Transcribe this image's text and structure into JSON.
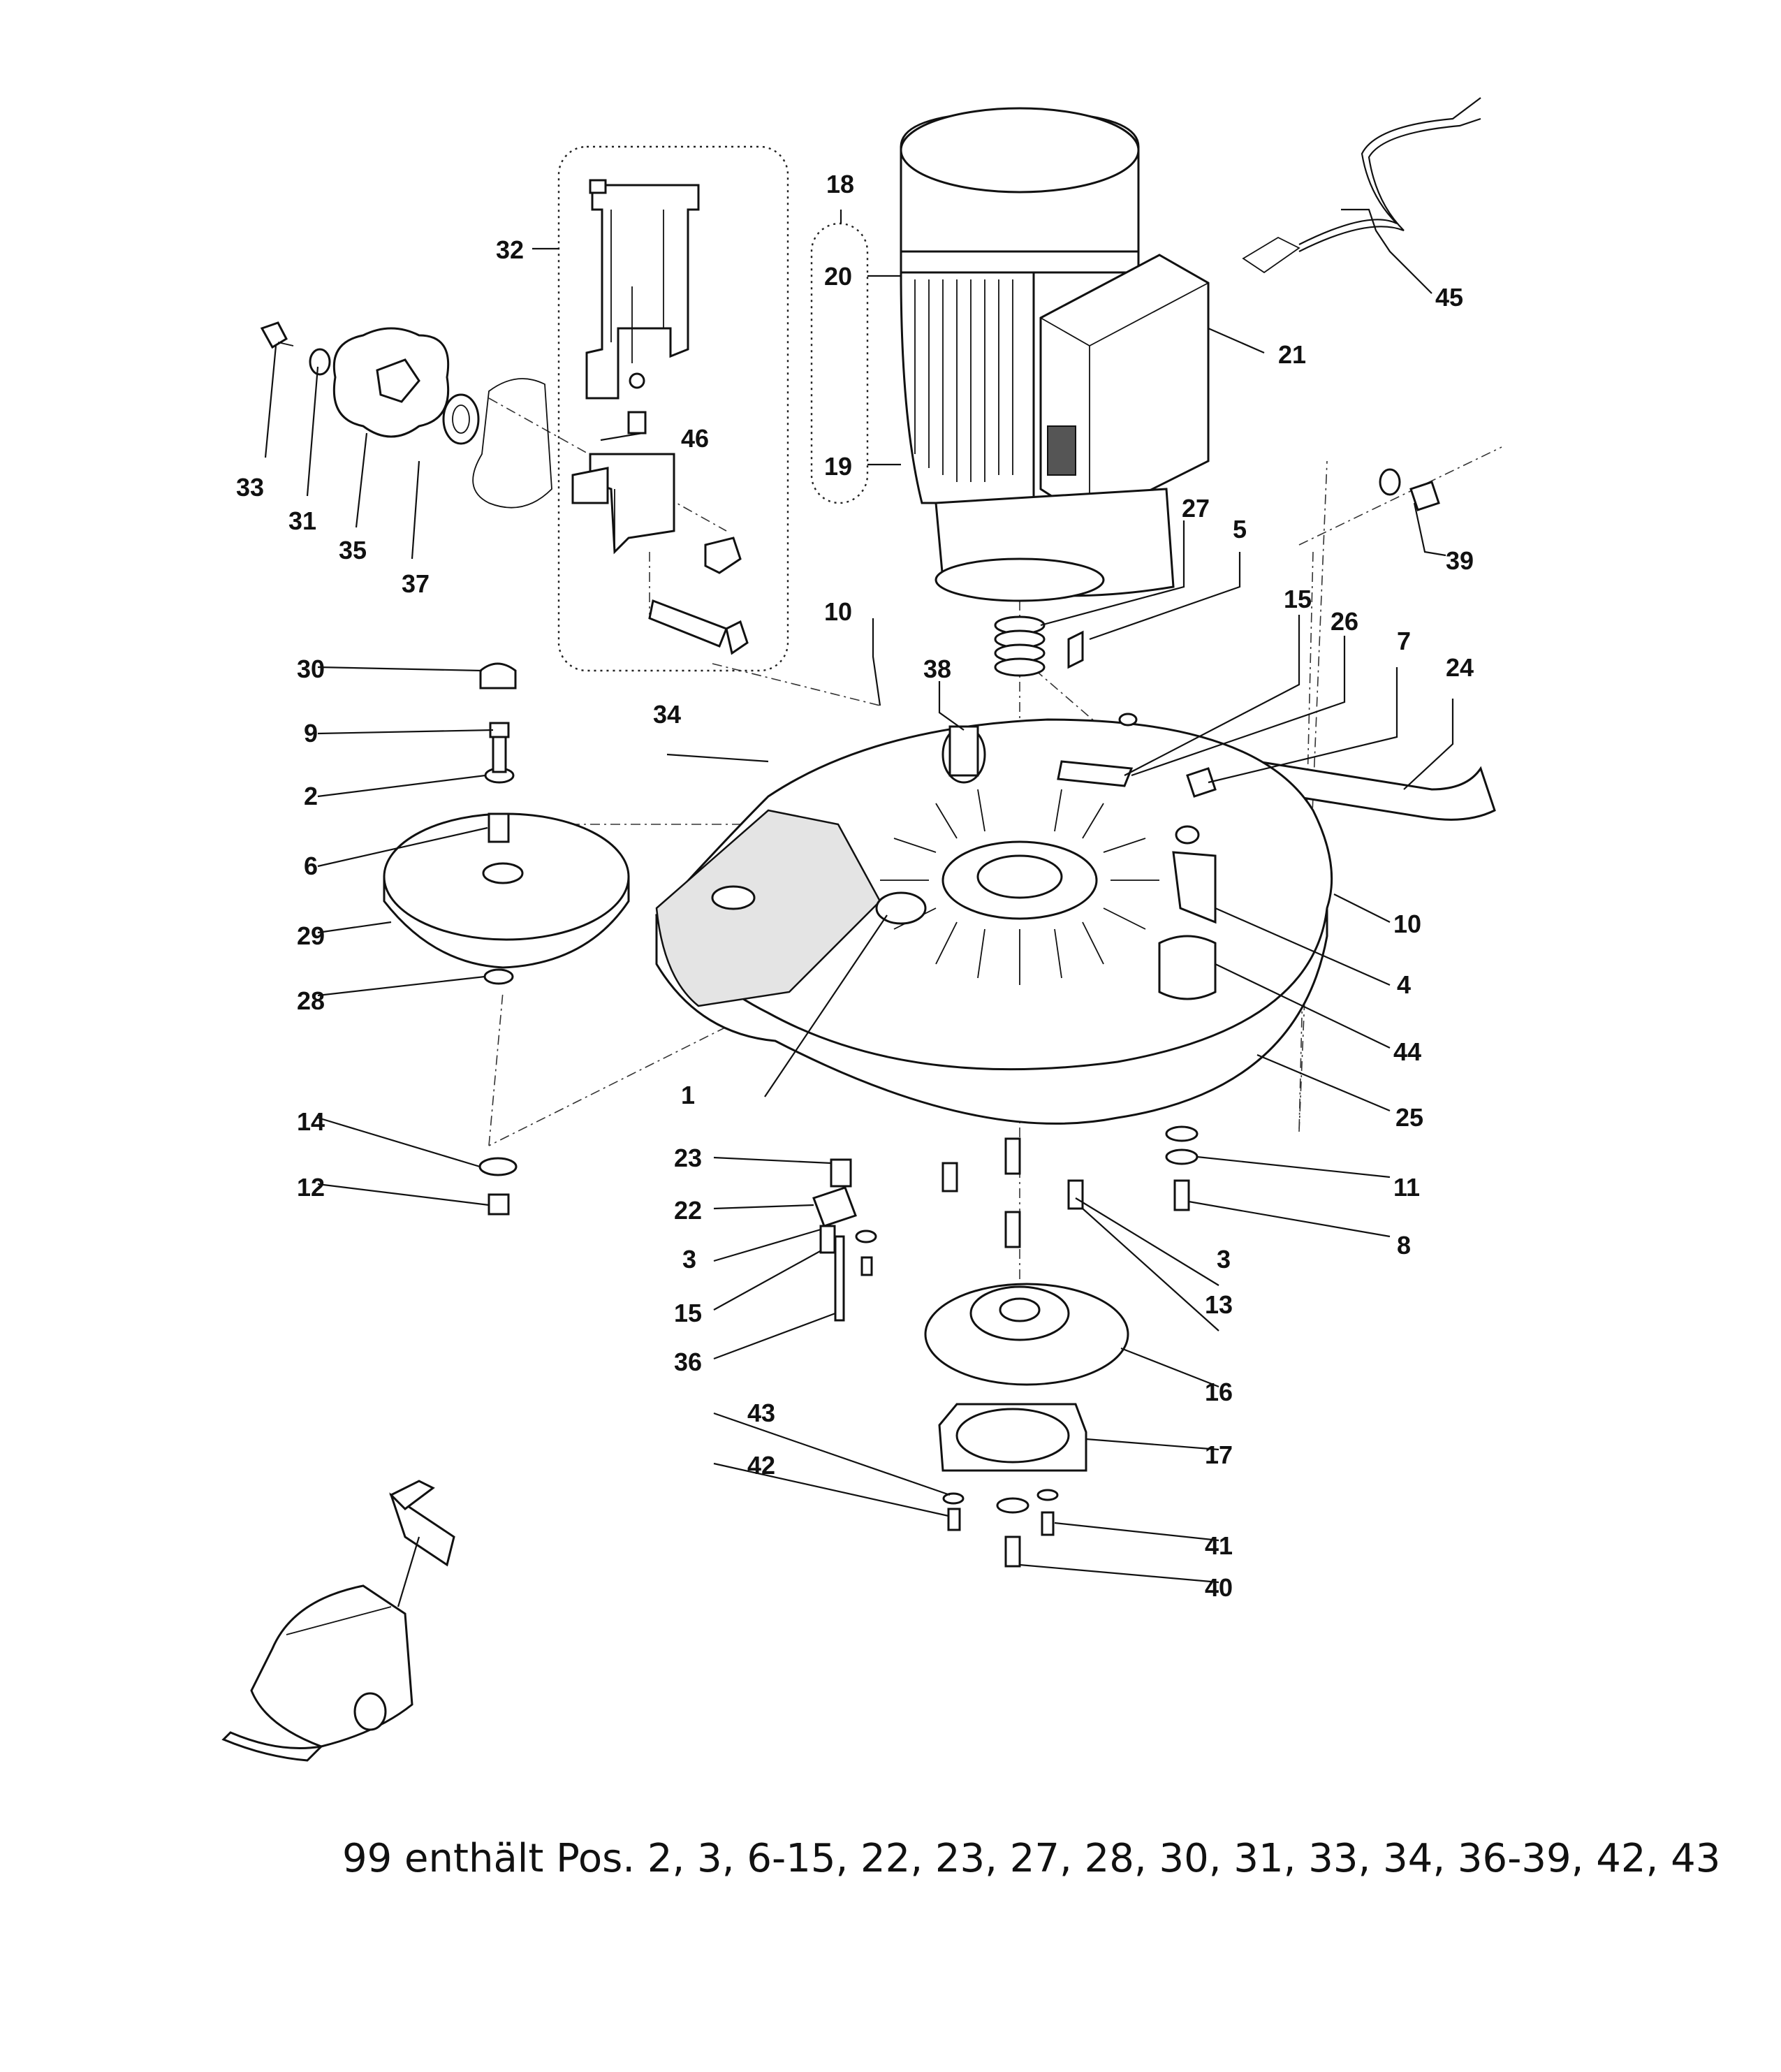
{
  "callouts": {
    "c1": "1",
    "c2": "2",
    "c3a": "3",
    "c3b": "3",
    "c4": "4",
    "c5": "5",
    "c6": "6",
    "c7": "7",
    "c8": "8",
    "c9": "9",
    "c10a": "10",
    "c10b": "10",
    "c11": "11",
    "c12": "12",
    "c13": "13",
    "c14": "14",
    "c15a": "15",
    "c15b": "15",
    "c16": "16",
    "c17": "17",
    "c18": "18",
    "c19": "19",
    "c20": "20",
    "c21": "21",
    "c22": "22",
    "c23": "23",
    "c24": "24",
    "c25": "25",
    "c26": "26",
    "c27": "27",
    "c28": "28",
    "c29": "29",
    "c30": "30",
    "c31": "31",
    "c32": "32",
    "c33": "33",
    "c34": "34",
    "c35": "35",
    "c36": "36",
    "c37": "37",
    "c38": "38",
    "c39": "39",
    "c40": "40",
    "c41": "41",
    "c42": "42",
    "c43": "43",
    "c44": "44",
    "c45": "45",
    "c46": "46"
  },
  "footnote": "99 enthält Pos. 2, 3, 6-15, 22, 23, 27, 28, 30, 31, 33, 34, 36-39, 42, 43"
}
